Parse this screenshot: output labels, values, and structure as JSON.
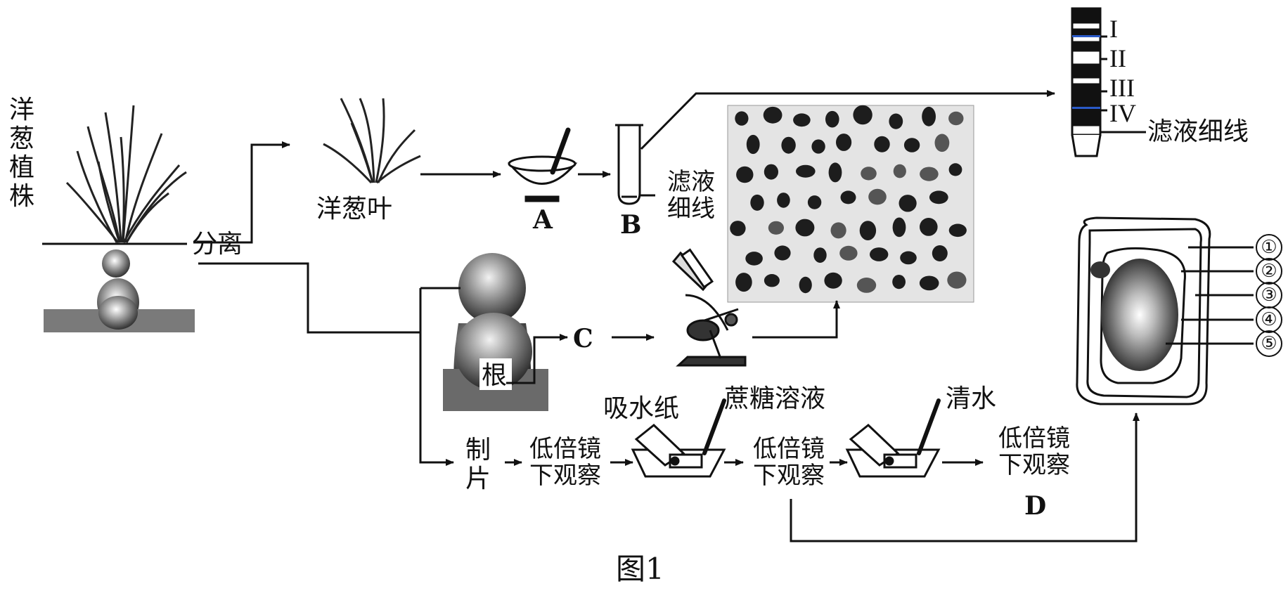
{
  "labels": {
    "plant": "洋葱植株",
    "separate": "分离",
    "leaf": "洋葱叶",
    "A": "A",
    "B": "B",
    "filter_line_vertical": "滤液细线",
    "filter_line": "滤液细线",
    "root": "根",
    "C": "C",
    "make_slide": "制片",
    "low_obs_1": "低倍镜下观察",
    "low_obs_2": "低倍镜下观察",
    "low_obs_3": "低倍镜下观察",
    "D": "D",
    "blotting_paper": "吸水纸",
    "sucrose": "蔗糖溶液",
    "water": "清水",
    "caption": "图1"
  },
  "pigment_bands": [
    "I",
    "II",
    "III",
    "IV"
  ],
  "cell_parts": [
    "①",
    "②",
    "③",
    "④",
    "⑤"
  ],
  "colors": {
    "line": "#111111",
    "band": "#1a3a8a"
  }
}
